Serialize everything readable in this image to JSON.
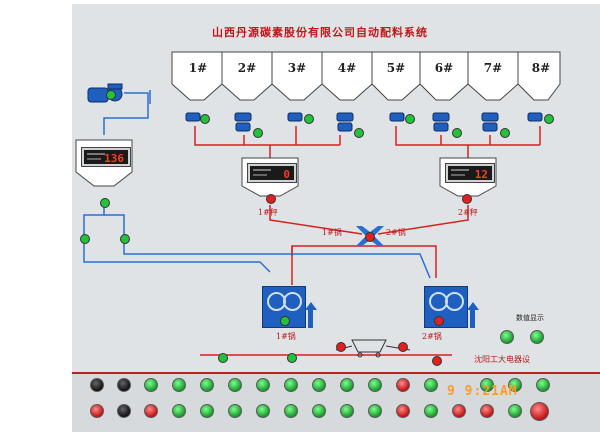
{
  "title": "山西丹源碳素股份有限公司自动配料系统",
  "hoppers": [
    "1#",
    "2#",
    "3#",
    "4#",
    "5#",
    "6#",
    "7#",
    "8#"
  ],
  "displays": {
    "left": "136",
    "scale1": "0",
    "scale2": "12"
  },
  "labels": {
    "scale1": "1#秤",
    "scale2": "2#秤",
    "pot1_mix": "1#锅",
    "pot2_mix": "2#锅",
    "pot1_label": "1#锅",
    "pot2_label": "2#锅",
    "maker": "沈阳工大电器设",
    "number_display": "数值显示"
  },
  "timestamp": "9 9:21AM",
  "colors": {
    "panel": "#dfe3e6",
    "pipe_red": "#d82020",
    "pipe_blue": "#2a6fd0",
    "accent": "#1f5fbf"
  }
}
